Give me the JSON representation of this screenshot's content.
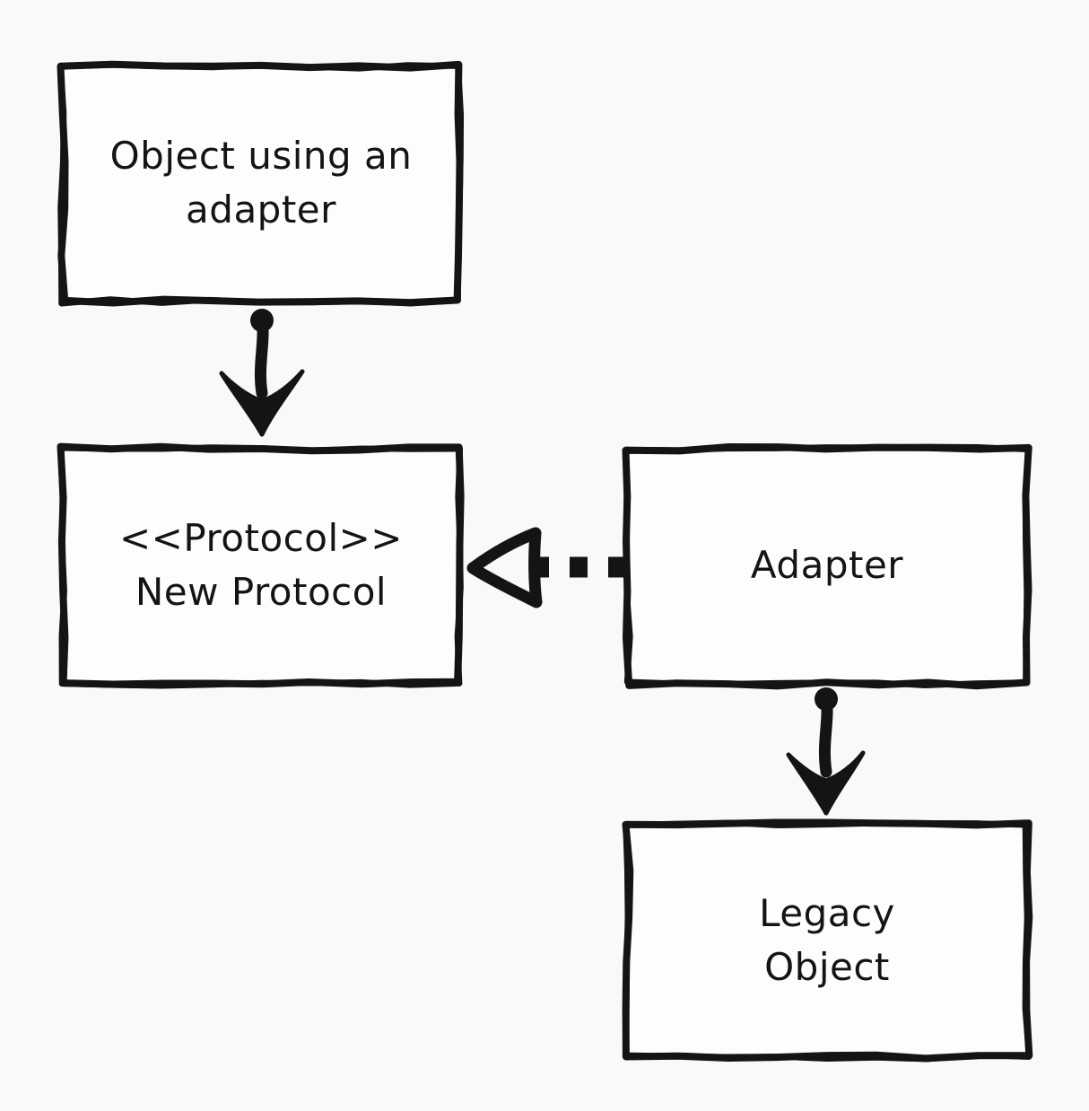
{
  "page": {
    "background": "#f9f9f9",
    "ink": "#141414"
  },
  "diagram": {
    "kind": "hand-drawn UML diagram",
    "pattern": "Adapter",
    "nodes": [
      {
        "id": "client",
        "label": "Object using an\nadapter"
      },
      {
        "id": "new-protocol",
        "label": "<<Protocol>>\nNew Protocol"
      },
      {
        "id": "adapter",
        "label": "Adapter"
      },
      {
        "id": "legacy",
        "label": "Legacy\nObject"
      }
    ],
    "edges": [
      {
        "from": "client",
        "to": "new-protocol",
        "line": "solid",
        "arrowhead": "filled",
        "direction": "down"
      },
      {
        "from": "adapter",
        "to": "new-protocol",
        "line": "dashed",
        "arrowhead": "open-triangle",
        "direction": "left"
      },
      {
        "from": "adapter",
        "to": "legacy",
        "line": "solid",
        "arrowhead": "filled",
        "direction": "down"
      }
    ]
  }
}
